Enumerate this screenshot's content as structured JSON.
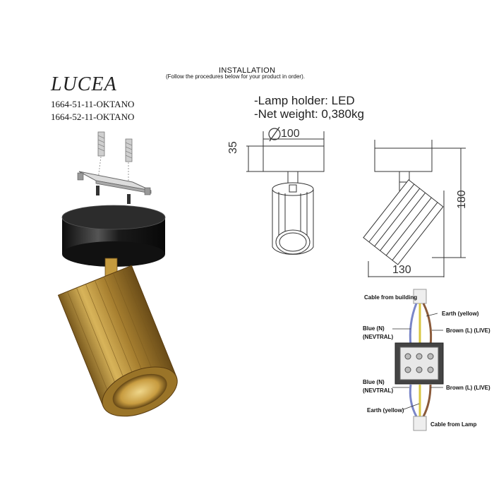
{
  "brand": {
    "name": "LUCEA",
    "codes": [
      "1664-51-11-OKTANO",
      "1664-52-11-OKTANO"
    ]
  },
  "installation": {
    "title": "INSTALLATION",
    "subtitle": "(Follow the procedures below for your product in order)."
  },
  "specs": {
    "lamp_holder": "-Lamp holder: LED",
    "net_weight": "-Net weight: 0,380kg"
  },
  "dimensions": {
    "diameter": "100",
    "base_height": "35",
    "total_height": "180",
    "width": "130"
  },
  "wiring": {
    "cable_building": "Cable from building",
    "earth_top": "Earth (yellow)",
    "blue_top_1": "Blue (N)",
    "blue_top_2": "(NEVTRAL)",
    "brown_top": "Brown (L) (LIVE)",
    "blue_bottom_1": "Blue (N)",
    "blue_bottom_2": "(NEVTRAL)",
    "brown_bottom": "Brown (L) (LIVE)",
    "earth_bottom": "Earth (yellow)",
    "cable_lamp": "Cable from Lamp"
  },
  "colors": {
    "brass": "#b8923a",
    "black_base": "#1e1e1e",
    "earth_wire": "#d8c640",
    "blue_wire": "#7a86c8",
    "brown_wire": "#8a5a3a"
  },
  "icons": [
    "wall-plug-icon",
    "screw-icon",
    "mounting-bracket-icon",
    "ceiling-base-icon",
    "lamp-body-icon",
    "terminal-block-icon",
    "diameter-symbol-icon"
  ]
}
